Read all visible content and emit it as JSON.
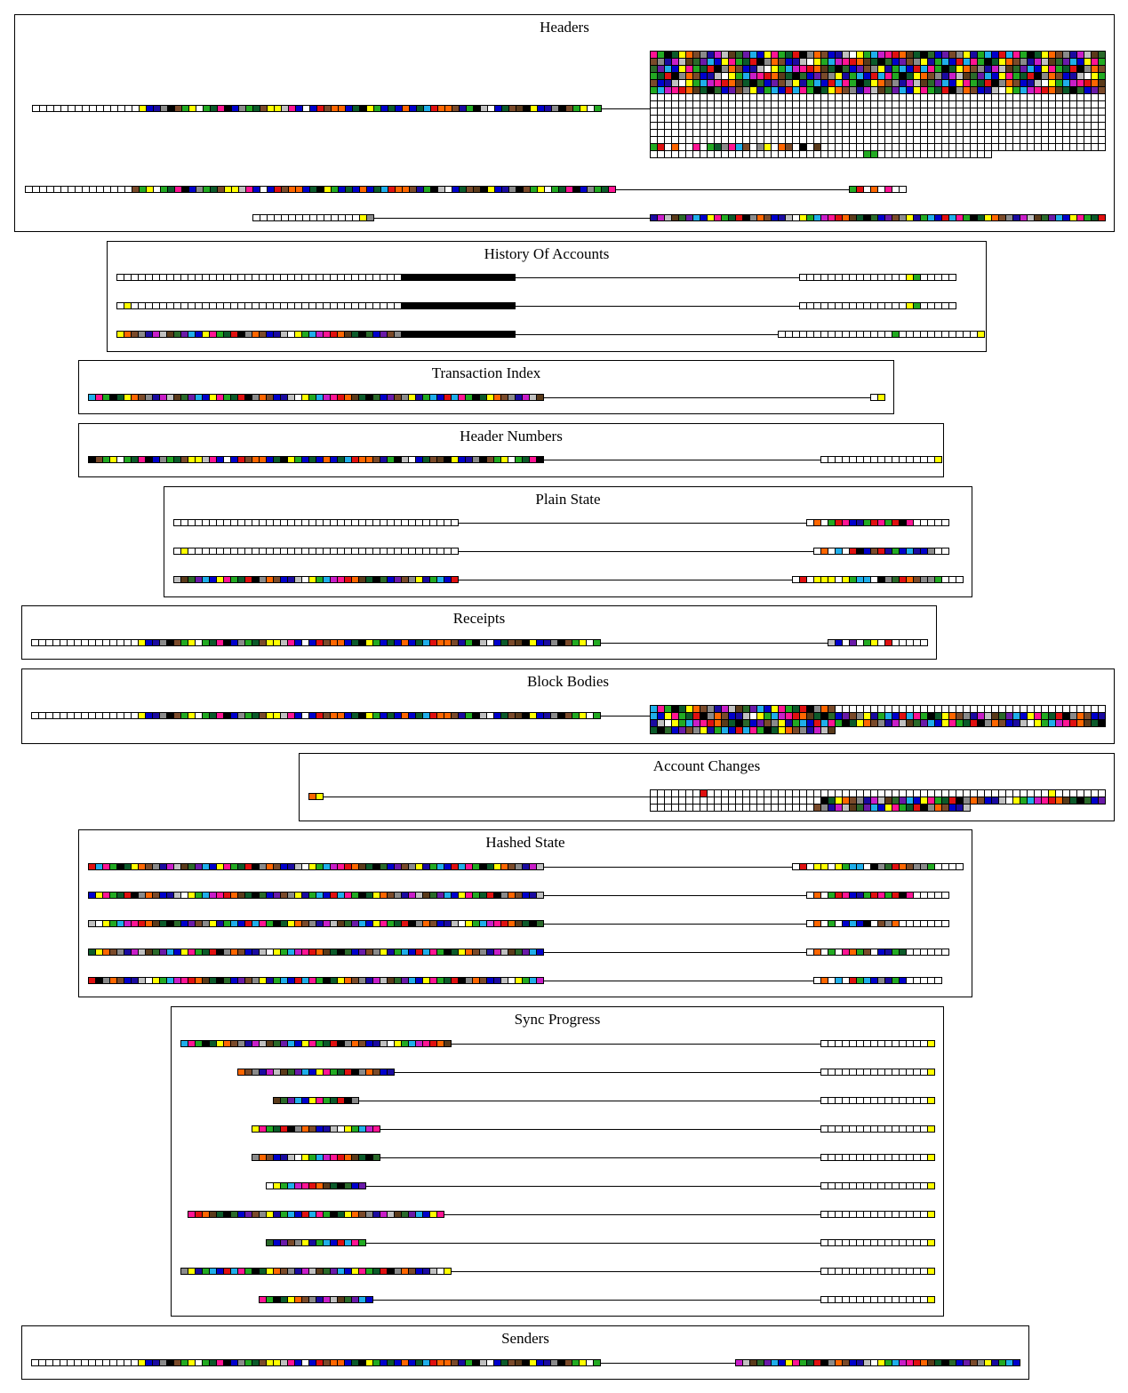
{
  "palette": {
    "W": "#ffffff",
    "K": "#000000",
    "Y": "#ffff00",
    "B": "#0000cc",
    "N": "#1a0aa0",
    "G": "#22aa22",
    "D": "#0b5a2a",
    "R": "#e01010",
    "O": "#ff6600",
    "P": "#ff1493",
    "C": "#1faeea",
    "T": "#7a4a2a",
    "A": "#8a8a8a",
    "L": "#c0c0c0",
    "V": "#6a1aa8",
    "M": "#c81ec8",
    "S": "#5a3a1a",
    "H": "#2a6a2a"
  },
  "panels": [
    {
      "id": "headers",
      "title": "Headers"
    },
    {
      "id": "history-of-accounts",
      "title": "History Of Accounts"
    },
    {
      "id": "transaction-index",
      "title": "Transaction Index"
    },
    {
      "id": "header-numbers",
      "title": "Header Numbers"
    },
    {
      "id": "plain-state",
      "title": "Plain State"
    },
    {
      "id": "receipts",
      "title": "Receipts"
    },
    {
      "id": "block-bodies",
      "title": "Block Bodies"
    },
    {
      "id": "account-changes",
      "title": "Account Changes"
    },
    {
      "id": "hashed-state",
      "title": "Hashed State"
    },
    {
      "id": "sync-progress",
      "title": "Sync Progress"
    },
    {
      "id": "senders",
      "title": "Senders"
    }
  ]
}
